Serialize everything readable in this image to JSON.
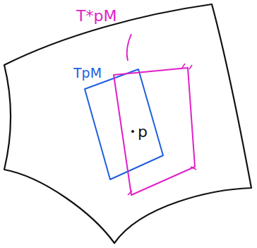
{
  "diagram": {
    "labels": [
      "T*pM",
      "TpM",
      "p"
    ]
  }
}
